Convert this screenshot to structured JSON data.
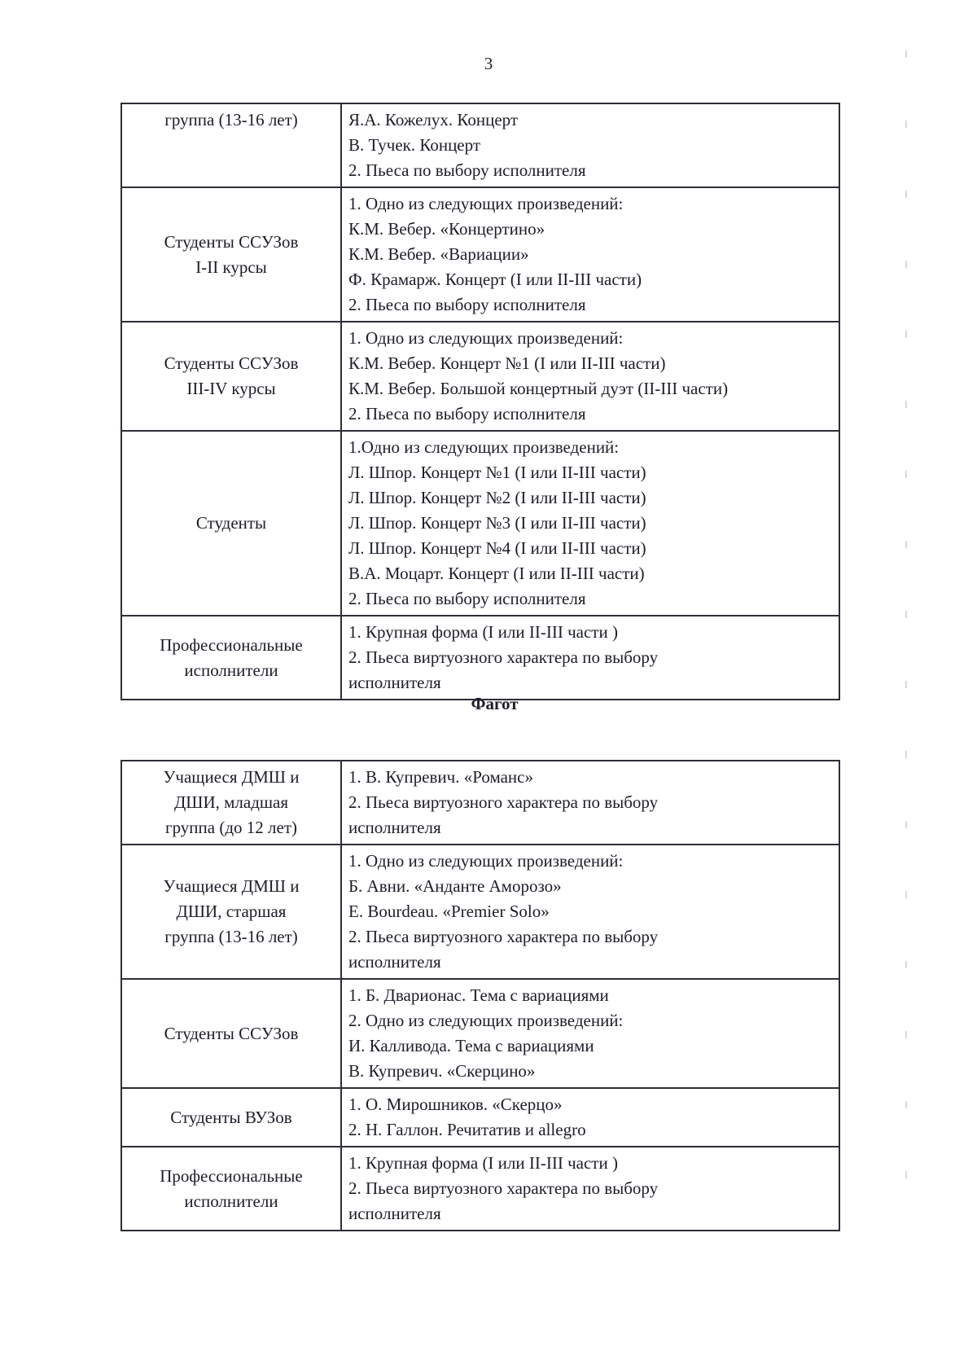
{
  "page": {
    "number": "3"
  },
  "section_title": "Фагот",
  "table1": {
    "rows": [
      {
        "category": [
          "группа (13-16 лет)"
        ],
        "lines": [
          "Я.А. Кожелух. Концерт",
          "В. Тучек. Концерт",
          "2. Пьеса по выбору исполнителя"
        ]
      },
      {
        "category": [
          "Студенты ССУЗов",
          "I-II курсы"
        ],
        "lines": [
          "1. Одно из следующих произведений:",
          "К.М. Вебер. «Концертино»",
          "К.М. Вебер. «Вариации»",
          "Ф. Крамарж. Концерт (I или II-III части)",
          "2. Пьеса по выбору исполнителя"
        ]
      },
      {
        "category": [
          "Студенты ССУЗов",
          "III-IV курсы"
        ],
        "lines": [
          "1. Одно из следующих произведений:",
          "К.М. Вебер. Концерт №1 (I или II-III части)",
          "К.М. Вебер. Большой концертный дуэт (II-III части)",
          "2. Пьеса по выбору исполнителя"
        ]
      },
      {
        "category": [
          "Студенты"
        ],
        "lines": [
          "1.Одно из следующих произведений:",
          "Л. Шпор. Концерт №1 (I или II-III части)",
          "Л. Шпор. Концерт №2 (I или II-III части)",
          "Л. Шпор. Концерт №3 (I или II-III части)",
          "Л. Шпор. Концерт №4 (I или II-III части)",
          "В.А. Моцарт. Концерт (I или II-III части)",
          "2. Пьеса по выбору исполнителя"
        ]
      },
      {
        "category": [
          "Профессиональные",
          "исполнители"
        ],
        "lines": [
          "1. Крупная форма  (I или II-III части )",
          "2. Пьеса виртуозного характера по выбору",
          "исполнителя"
        ]
      }
    ]
  },
  "table2": {
    "rows": [
      {
        "category": [
          "Учащиеся ДМШ и",
          "ДШИ, младшая",
          "группа (до 12 лет)"
        ],
        "lines": [
          "1. В. Купревич. «Романс»",
          "2. Пьеса виртуозного характера по выбору",
          "исполнителя"
        ]
      },
      {
        "category": [
          "Учащиеся ДМШ и",
          "ДШИ, старшая",
          "группа (13-16 лет)"
        ],
        "lines": [
          "1. Одно из следующих произведений:",
          "Б. Авни. «Анданте Аморозо»",
          "E. Bourdeau. «Premier Solo»",
          "2. Пьеса виртуозного характера по выбору",
          "исполнителя"
        ]
      },
      {
        "category": [
          "Студенты ССУЗов"
        ],
        "lines": [
          "1. Б. Дварионас. Тема с вариациями",
          "2. Одно из следующих произведений:",
          "И. Калливода. Тема с вариациями",
          "В. Купревич. «Скерцино»"
        ]
      },
      {
        "category": [
          "Студенты ВУЗов"
        ],
        "lines": [
          "1. О. Мирошников. «Скерцо»",
          "2. Н. Галлон. Речитатив и allegro"
        ]
      },
      {
        "category": [
          "Профессиональные",
          "исполнители"
        ],
        "lines": [
          "1. Крупная форма  (I или II-III части )",
          "2. Пьеса виртуозного характера по выбору",
          "исполнителя"
        ]
      }
    ]
  }
}
